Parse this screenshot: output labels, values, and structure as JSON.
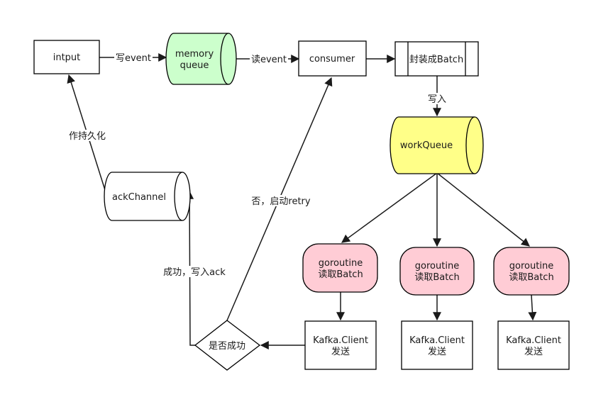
{
  "colors": {
    "memory_queue_fill": "#ccffcc",
    "work_queue_fill": "#ffff88",
    "goroutine_fill": "#ffccd5",
    "stroke": "#000000",
    "background": "#ffffff"
  },
  "nodes": {
    "input": "intput",
    "memory_queue_line1": "memory",
    "memory_queue_line2": "queue",
    "consumer": "consumer",
    "batch": "封装成Batch",
    "work_queue": "workQueue",
    "ack_channel": "ackChannel",
    "goroutine_line1": "goroutine",
    "goroutine_line2": "读取Batch",
    "kafka_line1": "Kafka.Client",
    "kafka_line2": "发送",
    "decision": "是否成功"
  },
  "edges": {
    "write_event": "写event",
    "read_event": "读event",
    "write_in": "写入",
    "persist": "作持久化",
    "retry": "否，启动retry",
    "success_ack": "成功，写入ack"
  }
}
